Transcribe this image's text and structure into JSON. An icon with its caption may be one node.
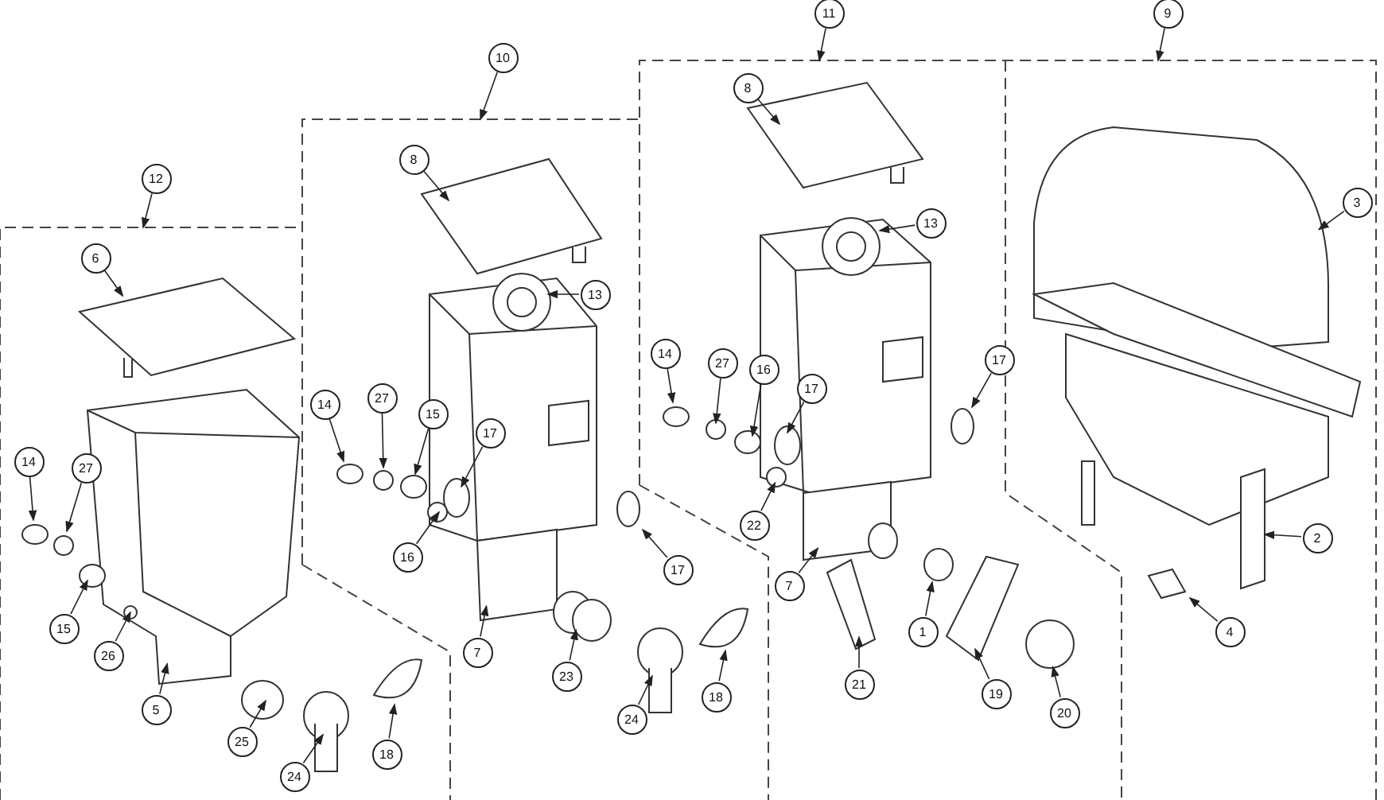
{
  "diagram": {
    "nodes": [
      {
        "text": [
          "12"
        ]
      },
      {
        "text": [
          "6"
        ]
      },
      {
        "text": [
          "14"
        ]
      },
      {
        "text": [
          "27"
        ]
      },
      {
        "text": [
          "15"
        ]
      },
      {
        "text": [
          "26"
        ]
      },
      {
        "text": [
          "5"
        ]
      },
      {
        "text": [
          "25"
        ]
      },
      {
        "text": [
          "24"
        ]
      },
      {
        "text": [
          "18"
        ]
      },
      {
        "text": [
          "10"
        ]
      },
      {
        "text": [
          "8"
        ]
      },
      {
        "text": [
          "13"
        ]
      },
      {
        "text": [
          "14"
        ]
      },
      {
        "text": [
          "27"
        ]
      },
      {
        "text": [
          "15"
        ]
      },
      {
        "text": [
          "17"
        ]
      },
      {
        "text": [
          "16"
        ]
      },
      {
        "text": [
          "7"
        ]
      },
      {
        "text": [
          "23"
        ]
      },
      {
        "text": [
          "24"
        ]
      },
      {
        "text": [
          "18"
        ]
      },
      {
        "text": [
          "11"
        ]
      },
      {
        "text": [
          "8"
        ]
      },
      {
        "text": [
          "13"
        ]
      },
      {
        "text": [
          "14"
        ]
      },
      {
        "text": [
          "27"
        ]
      },
      {
        "text": [
          "16"
        ]
      },
      {
        "text": [
          "17"
        ]
      },
      {
        "text": [
          "17"
        ]
      },
      {
        "text": [
          "22"
        ]
      },
      {
        "text": [
          "7"
        ]
      },
      {
        "text": [
          "1"
        ]
      },
      {
        "text": [
          "21"
        ]
      },
      {
        "text": [
          "19"
        ]
      },
      {
        "text": [
          "20"
        ]
      },
      {
        "text": [
          "17"
        ]
      },
      {
        "text": [
          "9"
        ]
      },
      {
        "text": [
          "3"
        ]
      },
      {
        "text": [
          "2"
        ]
      },
      {
        "text": [
          "4"
        ]
      }
    ],
    "edges": [
      {
        "from": 0,
        "to": null,
        "arrow": "to"
      },
      {
        "from": 1,
        "to": null,
        "arrow": "to"
      },
      {
        "from": 2,
        "to": null,
        "arrow": "to"
      },
      {
        "from": 3,
        "to": null,
        "arrow": "to"
      },
      {
        "from": 4,
        "to": null,
        "arrow": "to"
      },
      {
        "from": 5,
        "to": null,
        "arrow": "to"
      },
      {
        "from": 6,
        "to": null,
        "arrow": "to"
      },
      {
        "from": 7,
        "to": null,
        "arrow": "to"
      },
      {
        "from": 8,
        "to": null,
        "arrow": "to"
      },
      {
        "from": 9,
        "to": null,
        "arrow": "to"
      },
      {
        "from": 10,
        "to": null,
        "arrow": "to"
      },
      {
        "from": 11,
        "to": null,
        "arrow": "to"
      },
      {
        "from": 12,
        "to": null,
        "arrow": "to"
      },
      {
        "from": 13,
        "to": null,
        "arrow": "to"
      },
      {
        "from": 14,
        "to": null,
        "arrow": "to"
      },
      {
        "from": 15,
        "to": null,
        "arrow": "to"
      },
      {
        "from": 16,
        "to": null,
        "arrow": "to"
      },
      {
        "from": 17,
        "to": null,
        "arrow": "to"
      },
      {
        "from": 18,
        "to": null,
        "arrow": "to"
      },
      {
        "from": 19,
        "to": null,
        "arrow": "to"
      },
      {
        "from": 20,
        "to": null,
        "arrow": "to"
      },
      {
        "from": 21,
        "to": null,
        "arrow": "to"
      },
      {
        "from": 22,
        "to": null,
        "arrow": "to"
      },
      {
        "from": 23,
        "to": null,
        "arrow": "to"
      },
      {
        "from": 24,
        "to": null,
        "arrow": "to"
      },
      {
        "from": 25,
        "to": null,
        "arrow": "to"
      },
      {
        "from": 26,
        "to": null,
        "arrow": "to"
      },
      {
        "from": 27,
        "to": null,
        "arrow": "to"
      },
      {
        "from": 28,
        "to": null,
        "arrow": "to"
      },
      {
        "from": 29,
        "to": null,
        "arrow": "to"
      },
      {
        "from": 30,
        "to": null,
        "arrow": "to"
      },
      {
        "from": 31,
        "to": null,
        "arrow": "to"
      },
      {
        "from": 32,
        "to": null,
        "arrow": "to"
      },
      {
        "from": 33,
        "to": null,
        "arrow": "to"
      },
      {
        "from": 34,
        "to": null,
        "arrow": "to"
      },
      {
        "from": 35,
        "to": null,
        "arrow": "to"
      },
      {
        "from": 36,
        "to": null,
        "arrow": "to"
      },
      {
        "from": 37,
        "to": null,
        "arrow": "to"
      },
      {
        "from": 38,
        "to": null,
        "arrow": "to"
      },
      {
        "from": 39,
        "to": null,
        "arrow": "to"
      },
      {
        "from": 40,
        "to": null,
        "arrow": "to"
      }
    ]
  }
}
